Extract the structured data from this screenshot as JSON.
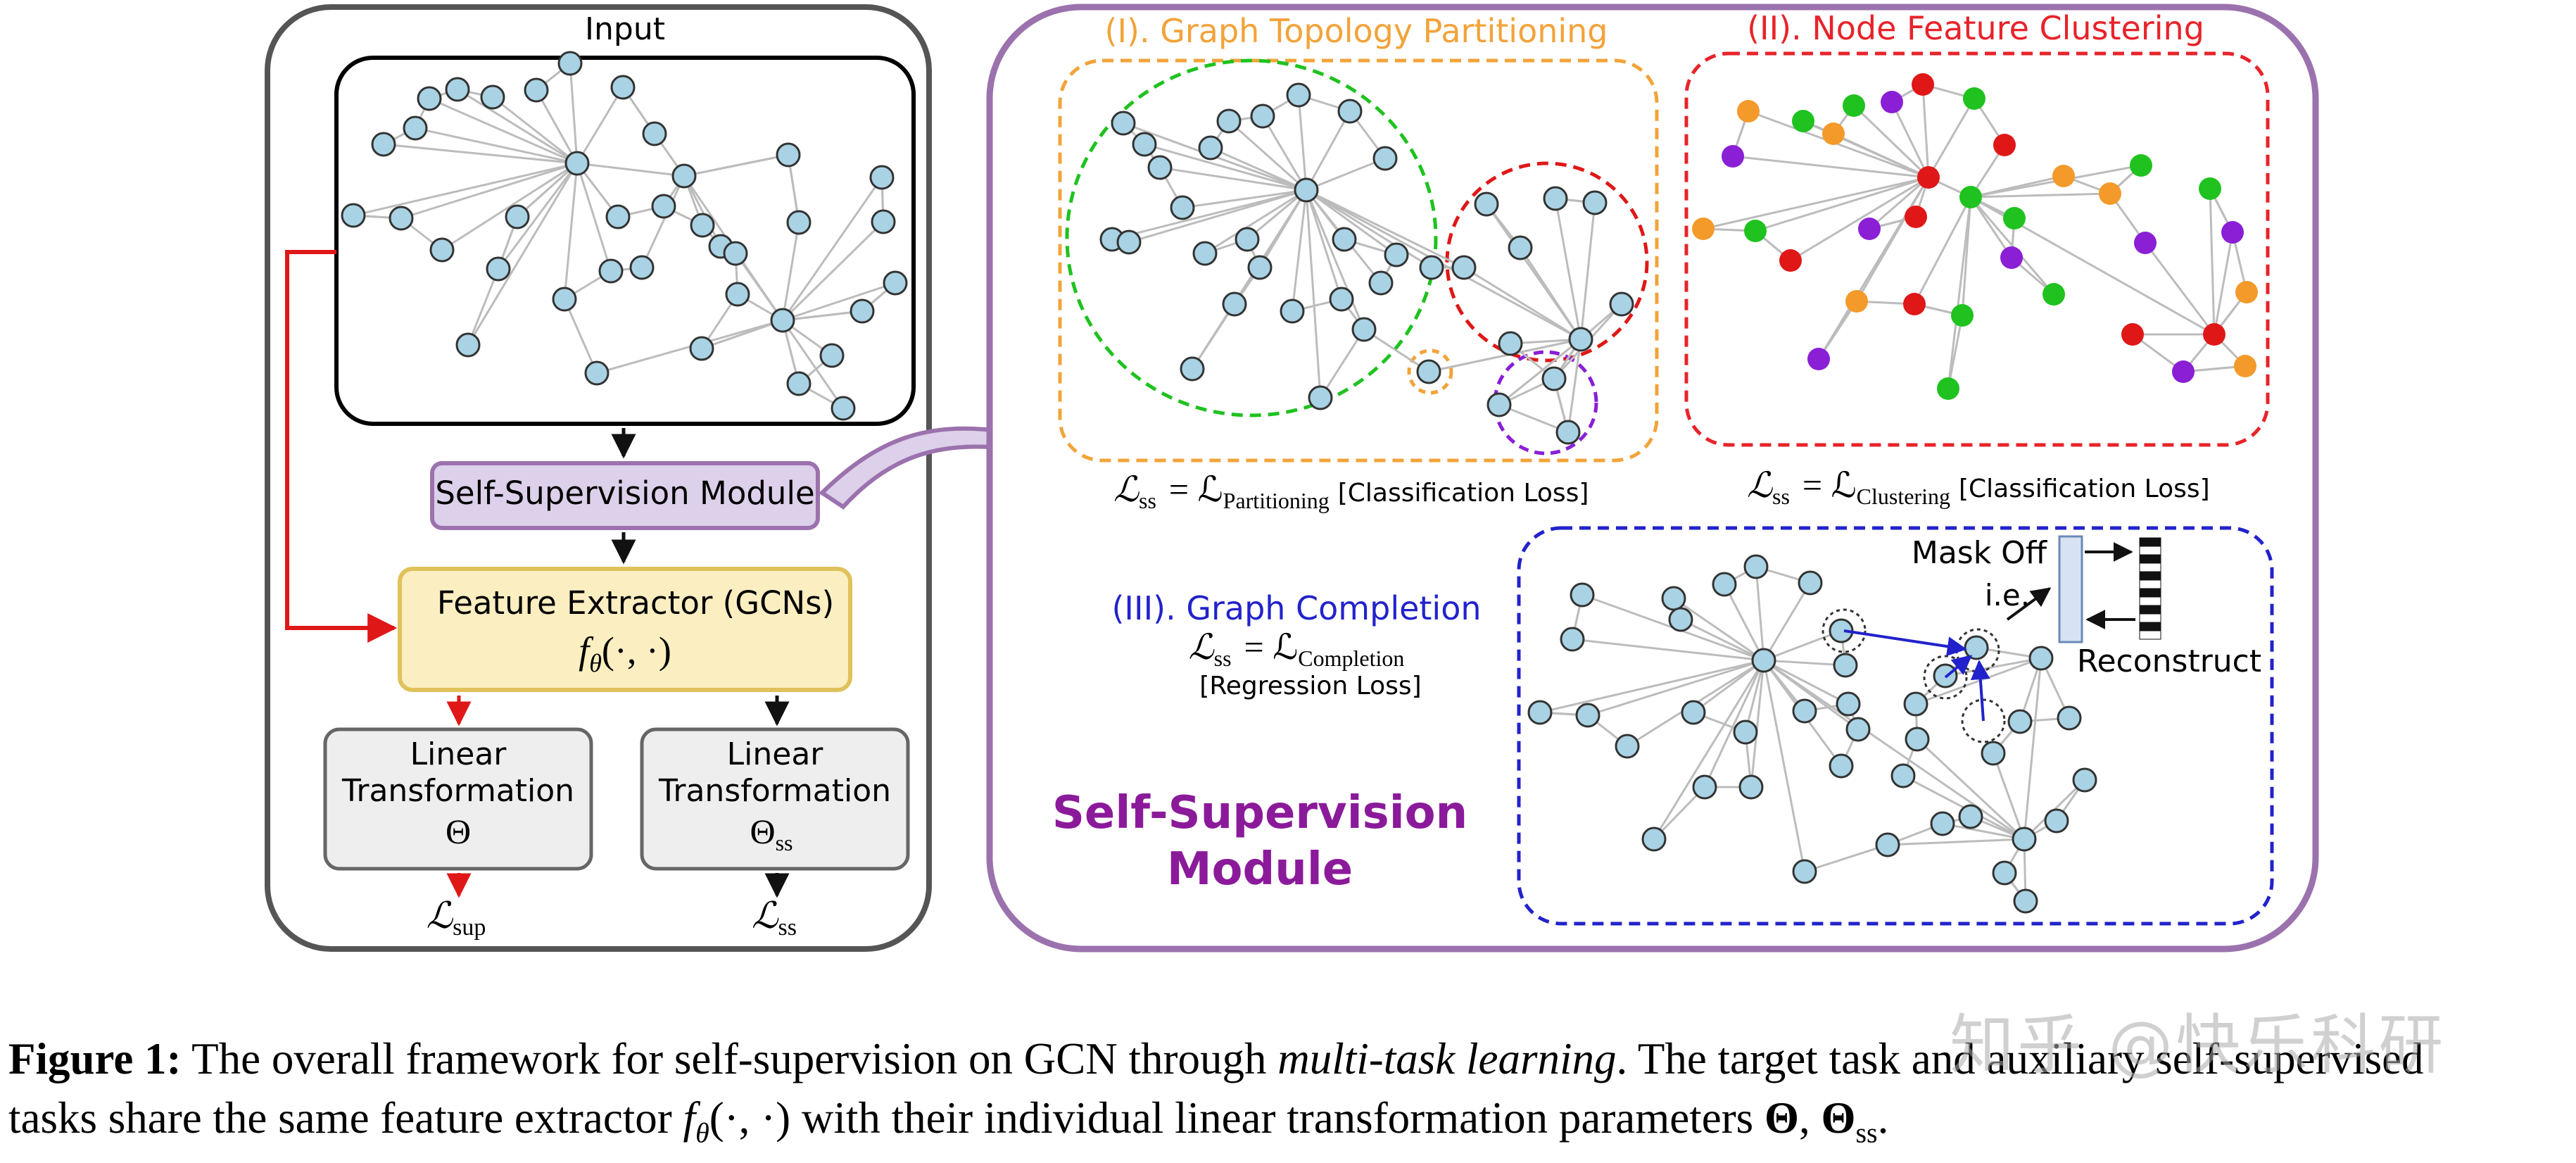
{
  "input_panel": {
    "title": "Input",
    "self_supervision_module": "Self-Supervision Module",
    "feature_extractor": "Feature Extractor (GCNs)",
    "feature_extractor_fn": "f",
    "feature_extractor_sub": "θ",
    "feature_extractor_args": "(·, ·)",
    "linear_left_line1": "Linear",
    "linear_left_line2": "Transformation",
    "theta": "Θ",
    "linear_right_line1": "Linear",
    "linear_right_line2": "Transformation",
    "theta_ss_sub": "ss",
    "loss_sup": "ℒ",
    "loss_sup_sub": "sup",
    "loss_ss": "ℒ",
    "loss_ss_sub": "ss"
  },
  "ssm_panel": {
    "partition_title": "(I). Graph Topology Partitioning",
    "partition_eq_lhs": "ℒ",
    "partition_eq_lhs_sub": "ss",
    "partition_eq_rhs": "= ℒ",
    "partition_eq_rhs_sub": "Partitioning",
    "partition_loss": "[Classification Loss]",
    "cluster_title": "(II). Node Feature Clustering",
    "cluster_eq_lhs": "ℒ",
    "cluster_eq_lhs_sub": "ss",
    "cluster_eq_rhs": "= ℒ",
    "cluster_eq_rhs_sub": "Clustering",
    "cluster_loss": "[Classification Loss]",
    "completion_title": "(III). Graph Completion",
    "completion_eq_lhs": "ℒ",
    "completion_eq_lhs_sub": "ss",
    "completion_eq_rhs": "= ℒ",
    "completion_eq_rhs_sub": "Completion",
    "completion_loss": "[Regression Loss]",
    "mask_off": "Mask Off",
    "ie": "i.e.",
    "reconstruct": "Reconstruct",
    "module_label_line1": "Self-Supervision",
    "module_label_line2": "Module"
  },
  "caption": {
    "label": "Figure 1:",
    "text1": " The overall framework for self-supervision on GCN through ",
    "italic": "multi-task learning",
    "text2": ". The target task and auxiliary self-supervised",
    "line2_a": "tasks share the same feature extractor ",
    "line2_fn": "f",
    "line2_sub": "θ",
    "line2_b": "(·, ·) with their individual linear transformation parameters ",
    "line2_theta": "Θ",
    "line2_sep": ", ",
    "line2_theta2": "Θ",
    "line2_sub2": "ss",
    "line2_end": "."
  },
  "watermark": "知乎 @快乐科研",
  "colors": {
    "node_fill": "#a9d3e4",
    "panel_purple": "#9b72ad",
    "ssm_box_fill": "#ddd0ea",
    "feat_box_fill": "#fbeec1",
    "feat_box_stroke": "#e0c15a",
    "partition_orange": "#f2a33a",
    "cluster_red": "#e8232a",
    "completion_blue": "#2222cc",
    "module_purple": "#8b1a9a",
    "green": "#1fc21f",
    "violet": "#8a1fd6",
    "orange": "#f49a2a",
    "red": "#e01717"
  }
}
